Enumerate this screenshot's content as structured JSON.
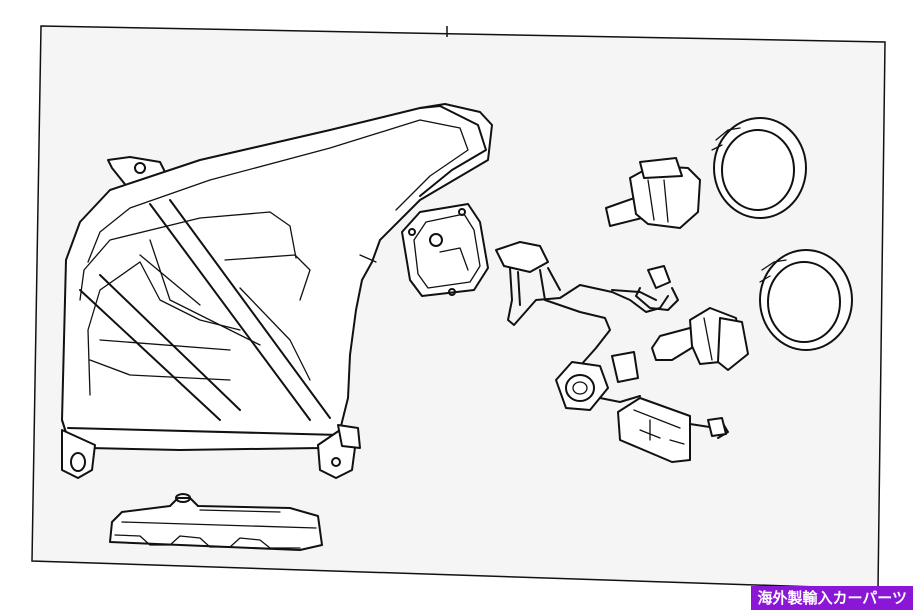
{
  "watermark": {
    "text": "海外製輸入カーパーツ",
    "color": "#8a17d6"
  },
  "diagram": {
    "background": "#f5f5f5",
    "line_color": "#111111",
    "parts": [
      "headlamp-assembly",
      "lower-bracket",
      "led-module",
      "wiring-harness",
      "hid-bulb",
      "halogen-bulb",
      "bulb-cap-upper",
      "bulb-cap-lower",
      "control-board"
    ]
  }
}
